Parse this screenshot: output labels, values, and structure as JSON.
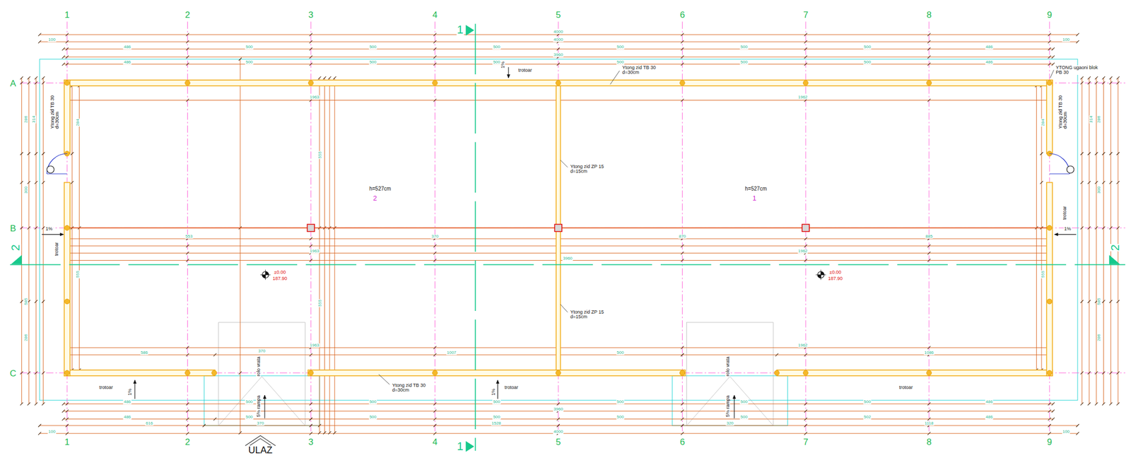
{
  "diagram": {
    "nodes": [
      {
        "text": [
          "h=527cm",
          "2"
        ]
      },
      {
        "text": [
          "h=527cm",
          "1"
        ]
      }
    ],
    "labels": [
      "1",
      "2",
      "3",
      "4",
      "5",
      "6",
      "7",
      "8",
      "9",
      "1",
      "2",
      "3",
      "4",
      "5",
      "6",
      "7",
      "8",
      "9",
      "A",
      "B",
      "C",
      "1",
      "1",
      "2",
      "2",
      "100",
      "4000",
      "4000",
      "100",
      "486",
      "500",
      "500",
      "500",
      "500",
      "500",
      "500",
      "486",
      "3960",
      "486",
      "500",
      "500",
      "500",
      "500",
      "500",
      "500",
      "486",
      "486",
      "500",
      "500",
      "500",
      "500",
      "500",
      "500",
      "486",
      "3960",
      "486",
      "500",
      "500",
      "500",
      "500",
      "500",
      "502",
      "486",
      "616",
      "370",
      "1528",
      "320",
      "1118",
      "100",
      "4000",
      "100",
      "1963",
      "1962",
      "553",
      "370",
      "870",
      "885",
      "1963",
      "1962",
      "3960",
      "1963",
      "1962",
      "370",
      "586",
      "1007",
      "500",
      "1086",
      "286",
      "314",
      "300",
      "585",
      "286",
      "284",
      "555",
      "555",
      "555",
      "284",
      "555",
      "286",
      "314",
      "300",
      "585",
      "286",
      "Ytong zid TB 30 d=30cm",
      "Ytong zid TB 30 d=30cm",
      "Ytong zid TB 30 d=30cm",
      "Ytong zid TB 30 d=30cm",
      "Ytong zid ZP 15 d=15cm",
      "Ytong zid ZP 15 d=15cm",
      "YTONG ugaoni blok PB 30",
      "trotoar",
      "trotoar",
      "trotoar",
      "trotoar",
      "trotoar",
      "trotoar",
      "1%",
      "1%",
      "1%",
      "1%",
      "1%",
      "±0.00",
      "187.90",
      "±0.00",
      "187.90",
      "rolo vrata",
      "5% rampa",
      "rolo vrata",
      "5% rampa",
      "ULAZ"
    ]
  }
}
